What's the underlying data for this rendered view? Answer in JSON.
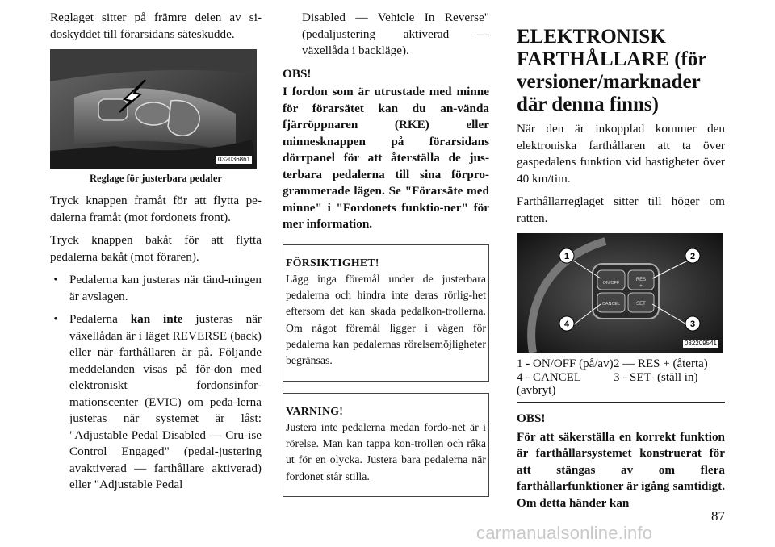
{
  "col1": {
    "intro": "Reglaget sitter på främre delen av si-doskyddet till förarsidans säteskudde.",
    "photo_code": "032036861",
    "caption": "Reglage för justerbara pedaler",
    "para1": "Tryck knappen framåt för att flytta pe-dalerna framåt (mot fordonets front).",
    "para2": "Tryck knappen bakåt för att flytta pedalerna bakåt (mot föraren).",
    "bullet_symbol": "•",
    "bullet1": "Pedalerna kan justeras när tänd-ningen är avslagen.",
    "bullet2_pre": "Pedalerna",
    "bullet2_bold": "kan inte",
    "bullet2_post": "justeras när växellådan är i läget REVERSE (back) eller när farthållaren är på. Följande meddelanden visas på för-don med elektroniskt fordonsinfor-mationscenter (EVIC) om peda-lerna justeras när systemet är låst: \"Adjustable Pedal Disabled — Cru-ise Control Engaged\" (pedal-justering avaktiverad — farthållare aktiverad) eller \"Adjustable Pedal"
  },
  "col2": {
    "cont": "Disabled — Vehicle In Reverse\" (pedaljustering aktiverad — växellåda i backläge).",
    "obs_label": "OBS!",
    "obs_text": "I fordon som är utrustade med minne för förarsätet kan du an-vända fjärröppnaren (RKE) eller minnesknappen på förarsidans dörrpanel för att återställa de jus-terbara pedalerna till sina förpro-grammerade lägen. Se \"Förarsäte med minne\" i \"Fordonets funktio-ner\" för mer information.",
    "caution_title": "FÖRSIKTIGHET!",
    "caution_text": "Lägg inga föremål under de justerbara pedalerna och hindra inte deras rörlig-het eftersom det kan skada pedalkon-trollerna. Om något föremål ligger i vägen för pedalerna kan pedalernas rörelsemöjligheter begränsas.",
    "warning_title": "VARNING!",
    "warning_text": "Justera inte pedalerna medan fordo-net är i rörelse. Man kan tappa kon-trollen och råka ut för en olycka. Justera bara pedalerna när fordonet står stilla."
  },
  "col3": {
    "heading": "ELEKTRONISK FARTHÅLLARE (för versioner/marknader där denna finns)",
    "para1": "När den är inkopplad kommer den elektroniska farthållaren att ta över gaspedalens funktion vid hastigheter över 40 km/tim.",
    "para2": "Farthållarreglaget sitter till höger om ratten.",
    "photo_code": "032209541",
    "btn_onoff": "ON/OFF",
    "btn_res": "RES",
    "btn_res_sign": "+",
    "btn_cancel": "CANCEL",
    "btn_set": "SET",
    "callouts": [
      "1",
      "2",
      "3",
      "4"
    ],
    "legend": [
      "1 - ON/OFF (på/av)",
      "2 — RES + (återta)",
      "4 - CANCEL (avbryt)",
      "3 - SET- (ställ in)"
    ],
    "obs_label": "OBS!",
    "obs_text": "För att säkerställa en korrekt funktion är farthållarsystemet konstruerat för att stängas av om flera farthållarfunktioner är igång samtidigt. Om detta händer kan"
  },
  "page_number": "87",
  "watermark": "carmanualsonline.info"
}
